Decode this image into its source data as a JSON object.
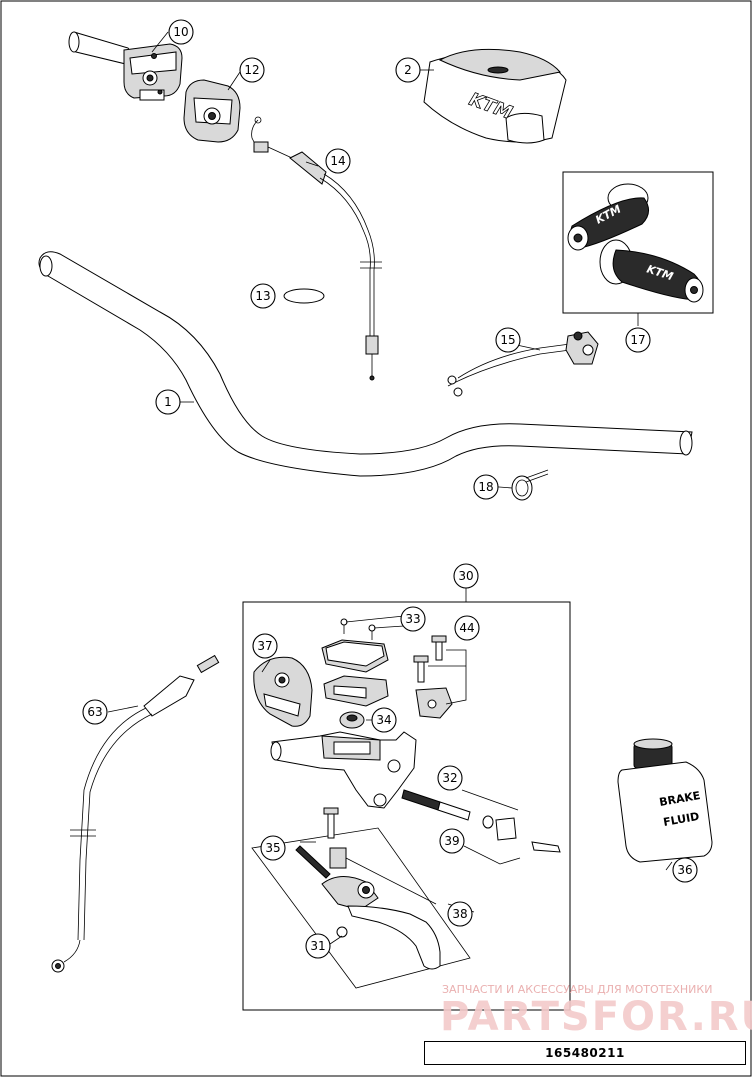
{
  "diagram": {
    "part_number": "165480211",
    "watermark": {
      "caption": "ЗАПЧАСТИ И АКСЕССУАРЫ ДЛЯ МОТОТЕХНИКИ",
      "brand": "PARTSFOR.RU"
    },
    "labels": {
      "pad_logo": "KTM",
      "grip_logo_left": "KTM",
      "grip_logo_right": "KTM",
      "fluid_line1": "BRAKE",
      "fluid_line2": "FLUID"
    },
    "callouts": {
      "c1": "1",
      "c2": "2",
      "c10": "10",
      "c12": "12",
      "c13": "13",
      "c14": "14",
      "c15": "15",
      "c17": "17",
      "c18": "18",
      "c30": "30",
      "c31": "31",
      "c32": "32",
      "c33": "33",
      "c34": "34",
      "c35": "35",
      "c36": "36",
      "c37": "37",
      "c38": "38",
      "c39": "39",
      "c44": "44",
      "c63": "63"
    }
  }
}
